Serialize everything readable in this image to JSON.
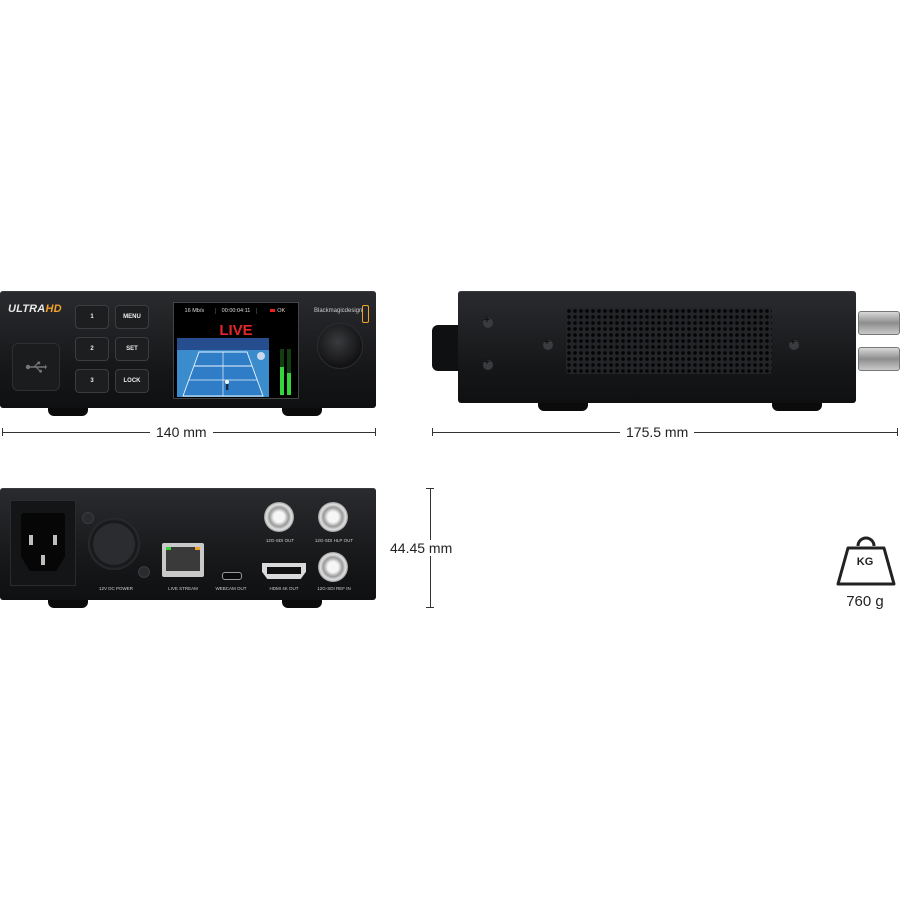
{
  "front_panel": {
    "logo_text": "ULTRA",
    "logo_accent": "HD",
    "buttons": [
      {
        "label": "1"
      },
      {
        "label": "MENU"
      },
      {
        "label": "2"
      },
      {
        "label": "SET"
      },
      {
        "label": "3"
      },
      {
        "label": "LOCK"
      }
    ],
    "lcd": {
      "bitrate": "16 Mb/s",
      "timecode": "00:00:04:11",
      "status": "OK",
      "live_label": "LIVE"
    },
    "brand": "Blackmagicdesign",
    "usb_icon": "usb-icon"
  },
  "dimensions": {
    "width": "140 mm",
    "depth": "175.5 mm",
    "height": "44.45 mm"
  },
  "rear_panel": {
    "ports": [
      {
        "label": "12V DC POWER"
      },
      {
        "label": "LIVE STREAM"
      },
      {
        "label": "WEBCAM OUT"
      },
      {
        "label": "HDMI 4K OUT"
      },
      {
        "label": "12G-SDI OUT"
      },
      {
        "label": "12G-SDI HLP OUT"
      },
      {
        "label": "12G-SDI REF IN"
      }
    ]
  },
  "weight": {
    "icon_label": "KG",
    "value": "760 g",
    "icon": "weight-icon"
  },
  "colors": {
    "accent_logo": "#f2a22b",
    "live_red": "#e3262a",
    "meter_green": "#35d43a",
    "device_body": "#1a1b1d"
  }
}
